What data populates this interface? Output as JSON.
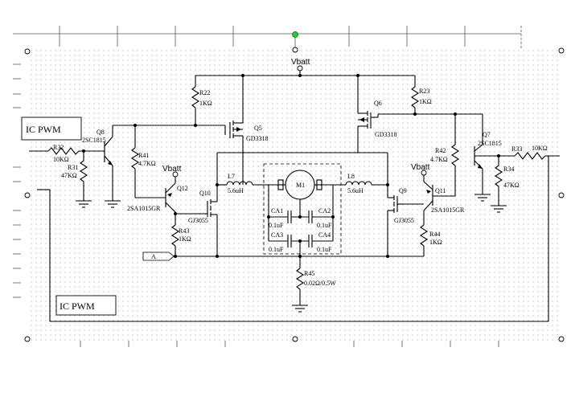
{
  "labels": {
    "vbatt_top": "Vbatt",
    "vbatt_left": "Vbatt",
    "vbatt_right": "Vbatt",
    "ic_pwm_left": "IC PWM",
    "ic_pwm_bottom": "IC PWM",
    "input_a": "A",
    "motor": "M1"
  },
  "components": {
    "r32": {
      "name": "R32",
      "value": "10KΩ"
    },
    "r31": {
      "name": "R31",
      "value": "47KΩ"
    },
    "q8": {
      "name": "Q8",
      "part": "2SC1815"
    },
    "r41": {
      "name": "R41",
      "value": "4.7KΩ"
    },
    "q12": {
      "name": "Q12",
      "part": "2SA1015GR"
    },
    "r43": {
      "name": "R43",
      "value": "1KΩ"
    },
    "r22": {
      "name": "R22",
      "value": "1KΩ"
    },
    "q5": {
      "name": "Q5",
      "part": "GD3318"
    },
    "q10": {
      "name": "Q10",
      "part": "GJ3055"
    },
    "l7": {
      "name": "L7",
      "value": "5.6uH"
    },
    "l8": {
      "name": "L8",
      "value": "5.6uH"
    },
    "ca1": {
      "name": "CA1",
      "value": "0.1uF"
    },
    "ca2": {
      "name": "CA2",
      "value": "0.1uF"
    },
    "ca3": {
      "name": "CA3",
      "value": "0.1uF"
    },
    "ca4": {
      "name": "CA4",
      "value": "0.1uF"
    },
    "q6": {
      "name": "Q6",
      "part": "GD3318"
    },
    "r23": {
      "name": "R23",
      "value": "1KΩ"
    },
    "q9": {
      "name": "Q9",
      "part": "GJ3055"
    },
    "q11": {
      "name": "Q11",
      "part": "2SA1015GR"
    },
    "r42": {
      "name": "R42",
      "value": "4.7KΩ"
    },
    "r44": {
      "name": "R44",
      "value": "1KΩ"
    },
    "q7": {
      "name": "Q7",
      "part": "2SC1815"
    },
    "r33": {
      "name": "R33",
      "value": "10KΩ"
    },
    "r34": {
      "name": "R34",
      "value": "47KΩ"
    },
    "r45": {
      "name": "R45",
      "value": "0.02Ω/0.5W"
    }
  }
}
